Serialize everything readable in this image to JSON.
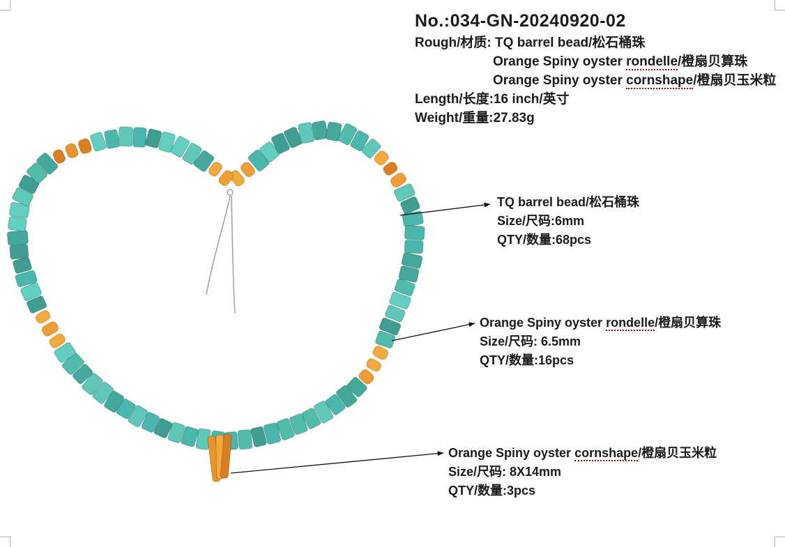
{
  "page": {
    "background": "#ffffff",
    "text_color": "#1b1b1b",
    "spellcheck_underline_color": "#c00000",
    "cell_border_artifact_color": "#b5b5b5"
  },
  "header": {
    "no": "No.:034-GN-20240920-02",
    "rough": "Rough/材质: TQ barrel bead/松石桶珠",
    "material2_prefix": "Orange Spiny oyster ",
    "material2_word": "rondelle",
    "material2_suffix": "/橙扇贝算珠",
    "material3_prefix": "Orange Spiny oyster ",
    "material3_word": "cornshape",
    "material3_suffix": "/橙扇贝玉米粒",
    "length": "Length/长度:16 inch/英寸",
    "weight": "Weight/重量:27.83g"
  },
  "annotations": [
    {
      "title": "TQ barrel bead/松石桶珠",
      "size": "Size/尺码:6mm",
      "qty": "QTY/数量:68pcs"
    },
    {
      "title_prefix": "Orange Spiny oyster ",
      "title_word": "rondelle",
      "title_suffix": "/橙扇贝算珠",
      "size": "Size/尺码: 6.5mm",
      "qty": "QTY/数量:16pcs"
    },
    {
      "title_prefix": "Orange Spiny oyster ",
      "title_word": "cornshape",
      "title_suffix": "/橙扇贝玉米粒",
      "size": "Size/尺码: 8X14mm",
      "qty": "QTY/数量:3pcs"
    }
  ],
  "necklace": {
    "shape": "heart-shaped bead strand with two hanging stringing wires",
    "strand_bead_total": 84,
    "turquoise_bead_count": 68,
    "orange_rondelle_count": 16,
    "pendant_cornshape_count": 3,
    "colors": {
      "turquoise_shades": [
        "#52bcab",
        "#44a99b",
        "#5fc8b8",
        "#3f9e91",
        "#49b7ae",
        "#63cfc1"
      ],
      "orange_shades": [
        "#e9952d",
        "#f2a93e",
        "#d97f22",
        "#ef9e35"
      ],
      "wire": "#9aa0a0",
      "arrow": "#111111"
    },
    "sequence": [
      {
        "color": "orange",
        "count": 2
      },
      {
        "color": "turquoise",
        "count": 10
      },
      {
        "color": "orange",
        "count": 3
      },
      {
        "color": "turquoise",
        "count": 12
      },
      {
        "color": "orange",
        "count": 3
      },
      {
        "color": "turquoise",
        "count": 25
      },
      {
        "color": "orange",
        "count": 3
      },
      {
        "color": "turquoise",
        "count": 12
      },
      {
        "color": "orange",
        "count": 3
      },
      {
        "color": "turquoise",
        "count": 9
      },
      {
        "color": "orange",
        "count": 2
      }
    ]
  }
}
